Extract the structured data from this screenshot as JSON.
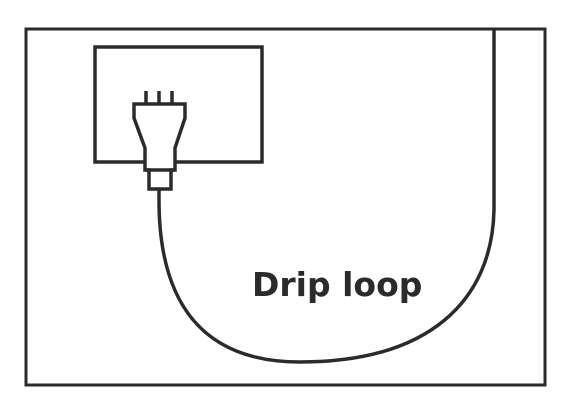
{
  "diagram": {
    "label": "Drip loop",
    "colors": {
      "stroke": "#2b2b2b",
      "background": "#ffffff"
    },
    "icons": [
      "outlet-box",
      "plug-icon",
      "cord"
    ]
  }
}
